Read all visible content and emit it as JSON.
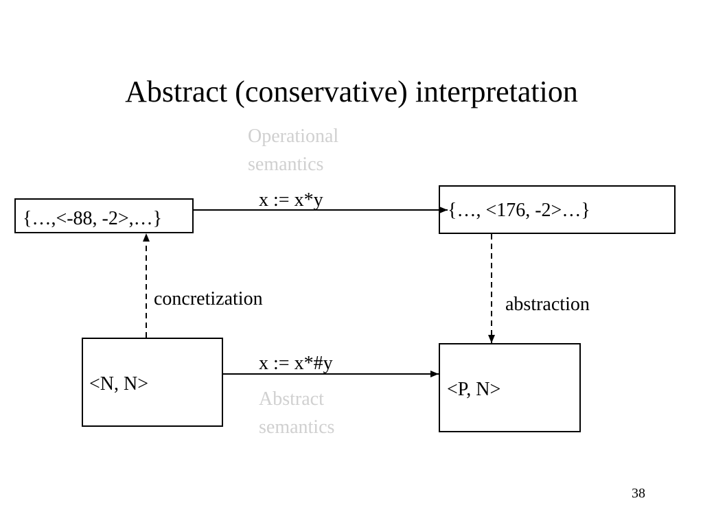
{
  "title": "Abstract (conservative) interpretation",
  "operational_label": {
    "line1": "Operational",
    "line2": "semantics"
  },
  "abstract_label": {
    "line1": "Abstract",
    "line2": "semantics"
  },
  "concrete_source_state": "{…,<-88, -2>,…}",
  "concrete_result_state": "{…, <176, -2>…}",
  "abstract_source_state": "<N, N>",
  "abstract_result_state": "<P, N>",
  "concrete_statement": "x := x*y",
  "abstract_statement": "x := x*#y",
  "concretization_label": "concretization",
  "abstraction_label": "abstraction",
  "page_number": "38",
  "colors": {
    "text": "#000000",
    "faded_label": "#d0d0d0",
    "background": "#ffffff"
  }
}
